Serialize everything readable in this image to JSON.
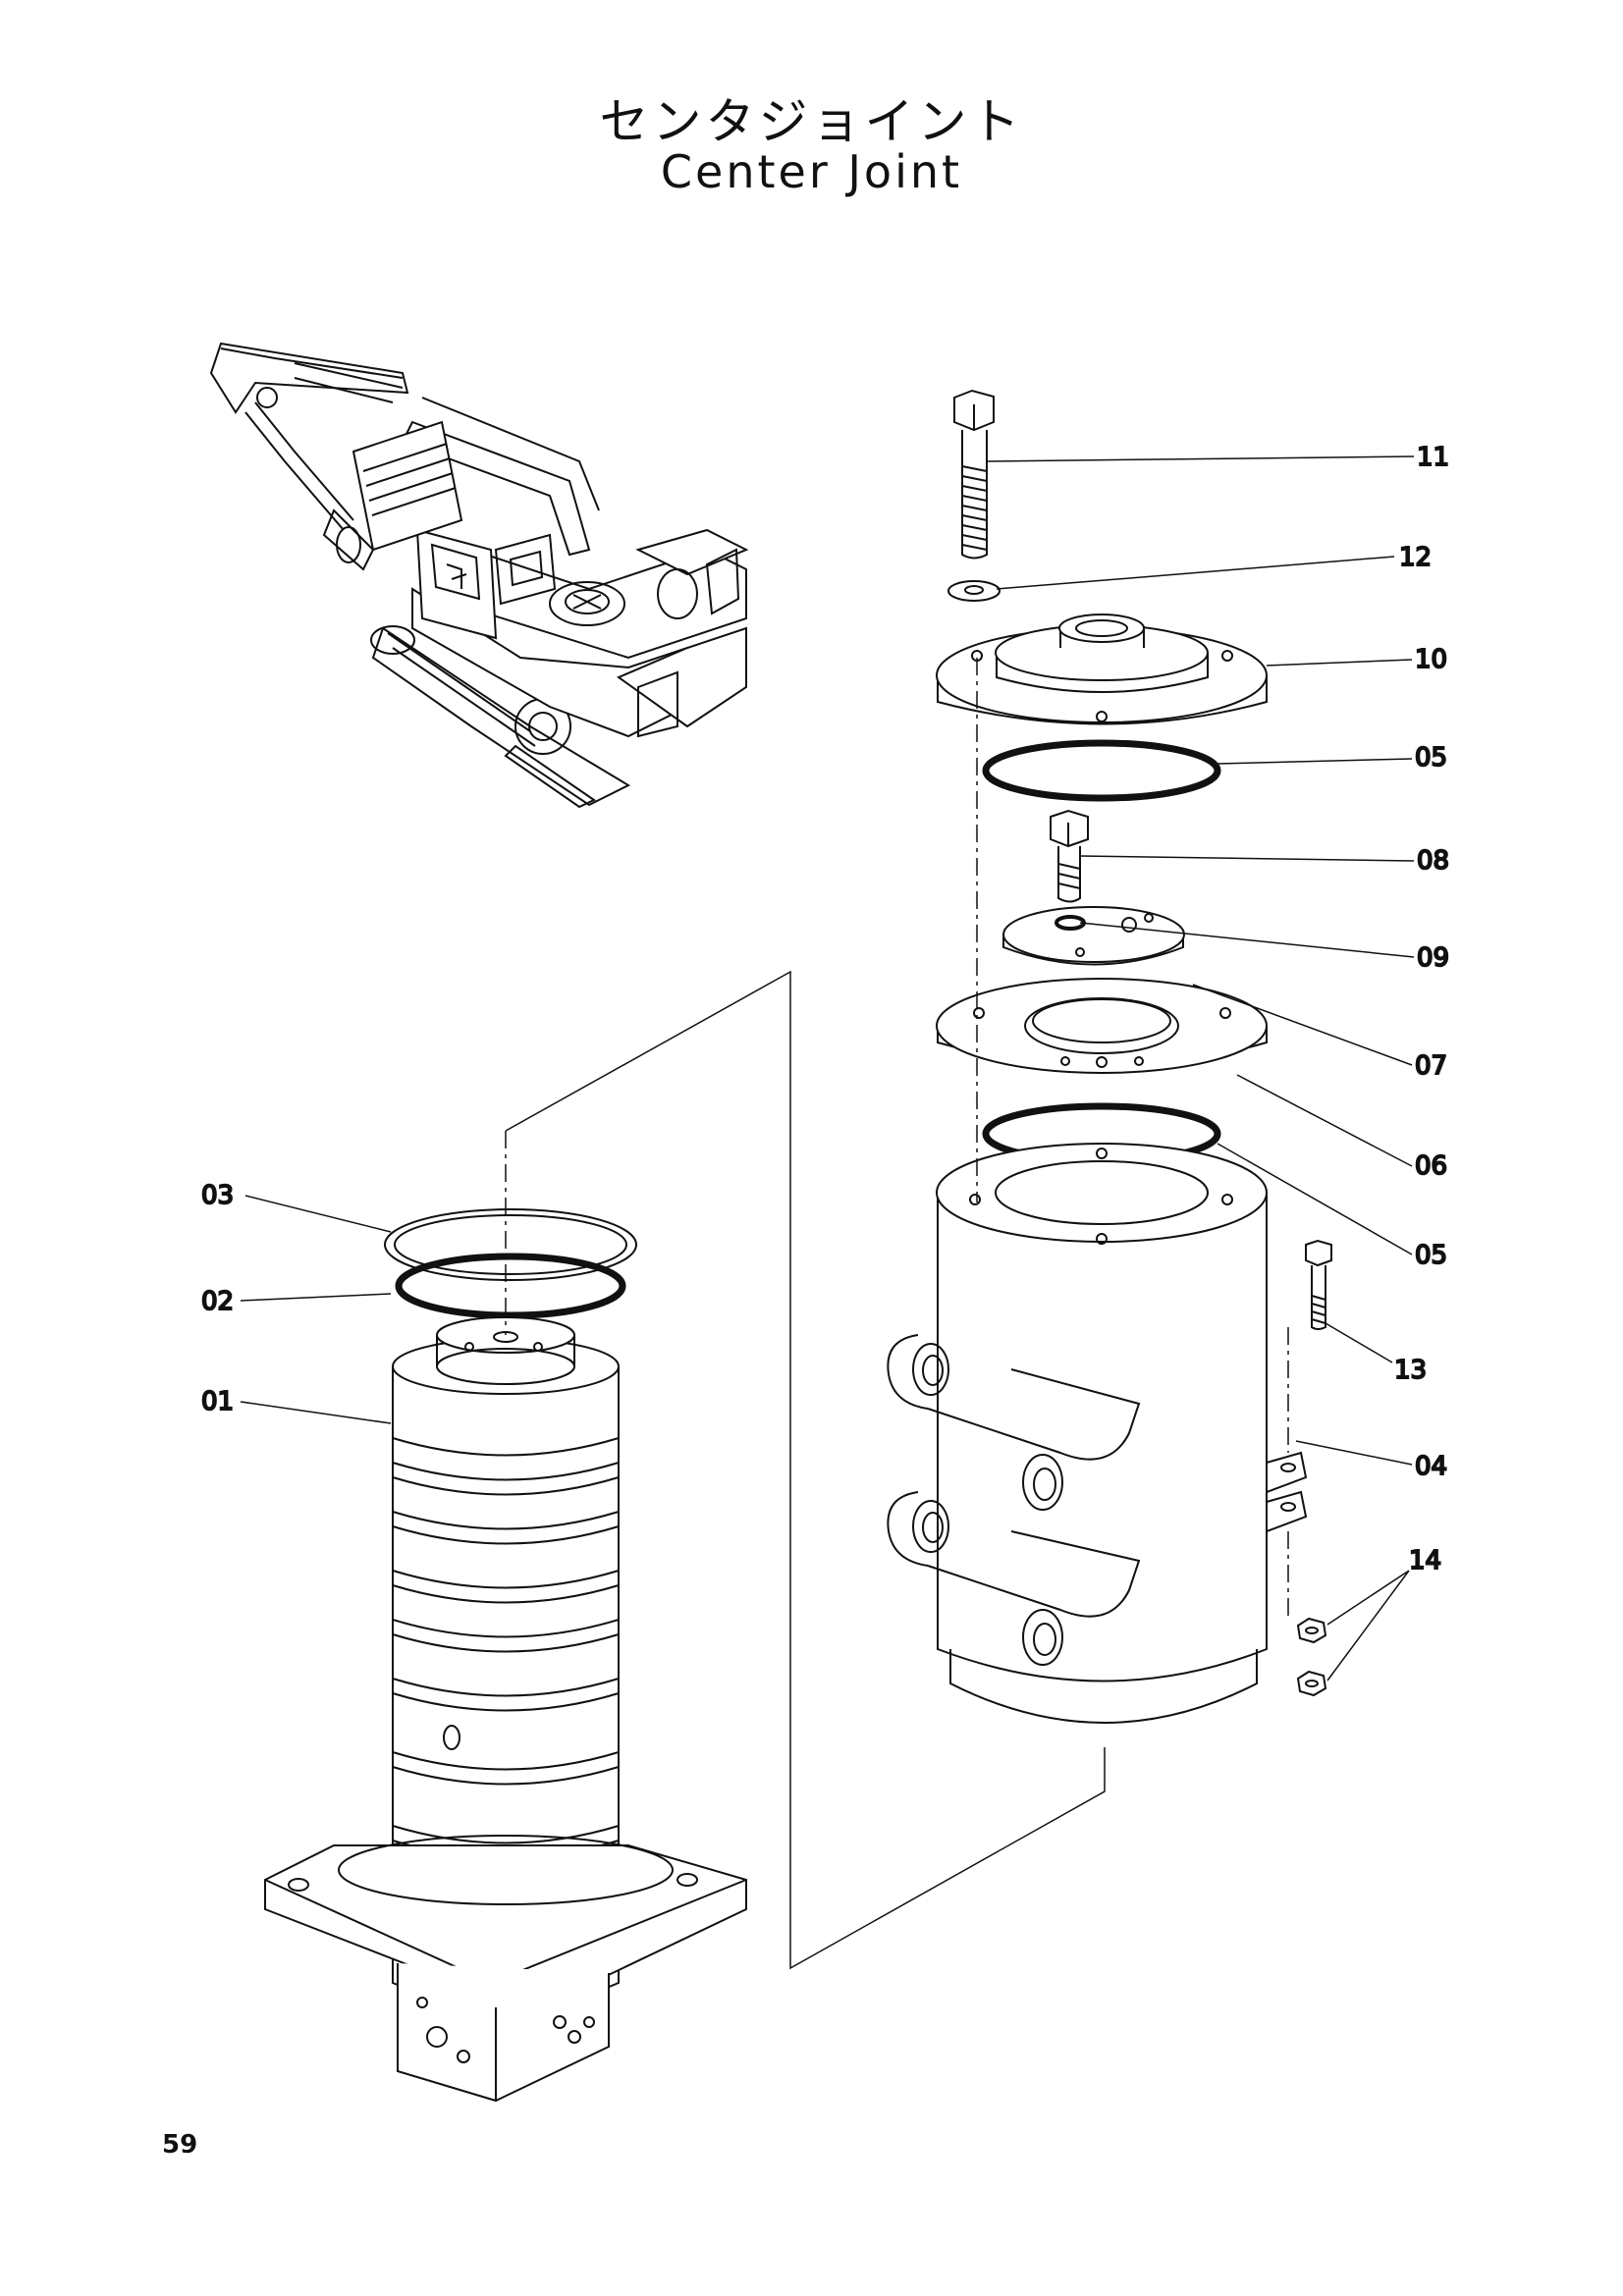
{
  "page": {
    "title_jp": "センタジョイント",
    "title_en": "Center Joint",
    "page_number": "59"
  },
  "callouts": [
    {
      "id": "11",
      "label": "11"
    },
    {
      "id": "12",
      "label": "12"
    },
    {
      "id": "10",
      "label": "10"
    },
    {
      "id": "05a",
      "label": "05"
    },
    {
      "id": "08",
      "label": "08"
    },
    {
      "id": "09",
      "label": "09"
    },
    {
      "id": "07",
      "label": "07"
    },
    {
      "id": "06",
      "label": "06"
    },
    {
      "id": "05b",
      "label": "05"
    },
    {
      "id": "03",
      "label": "03"
    },
    {
      "id": "02",
      "label": "02"
    },
    {
      "id": "01",
      "label": "01"
    },
    {
      "id": "13",
      "label": "13"
    },
    {
      "id": "04",
      "label": "04"
    },
    {
      "id": "14",
      "label": "14"
    }
  ]
}
